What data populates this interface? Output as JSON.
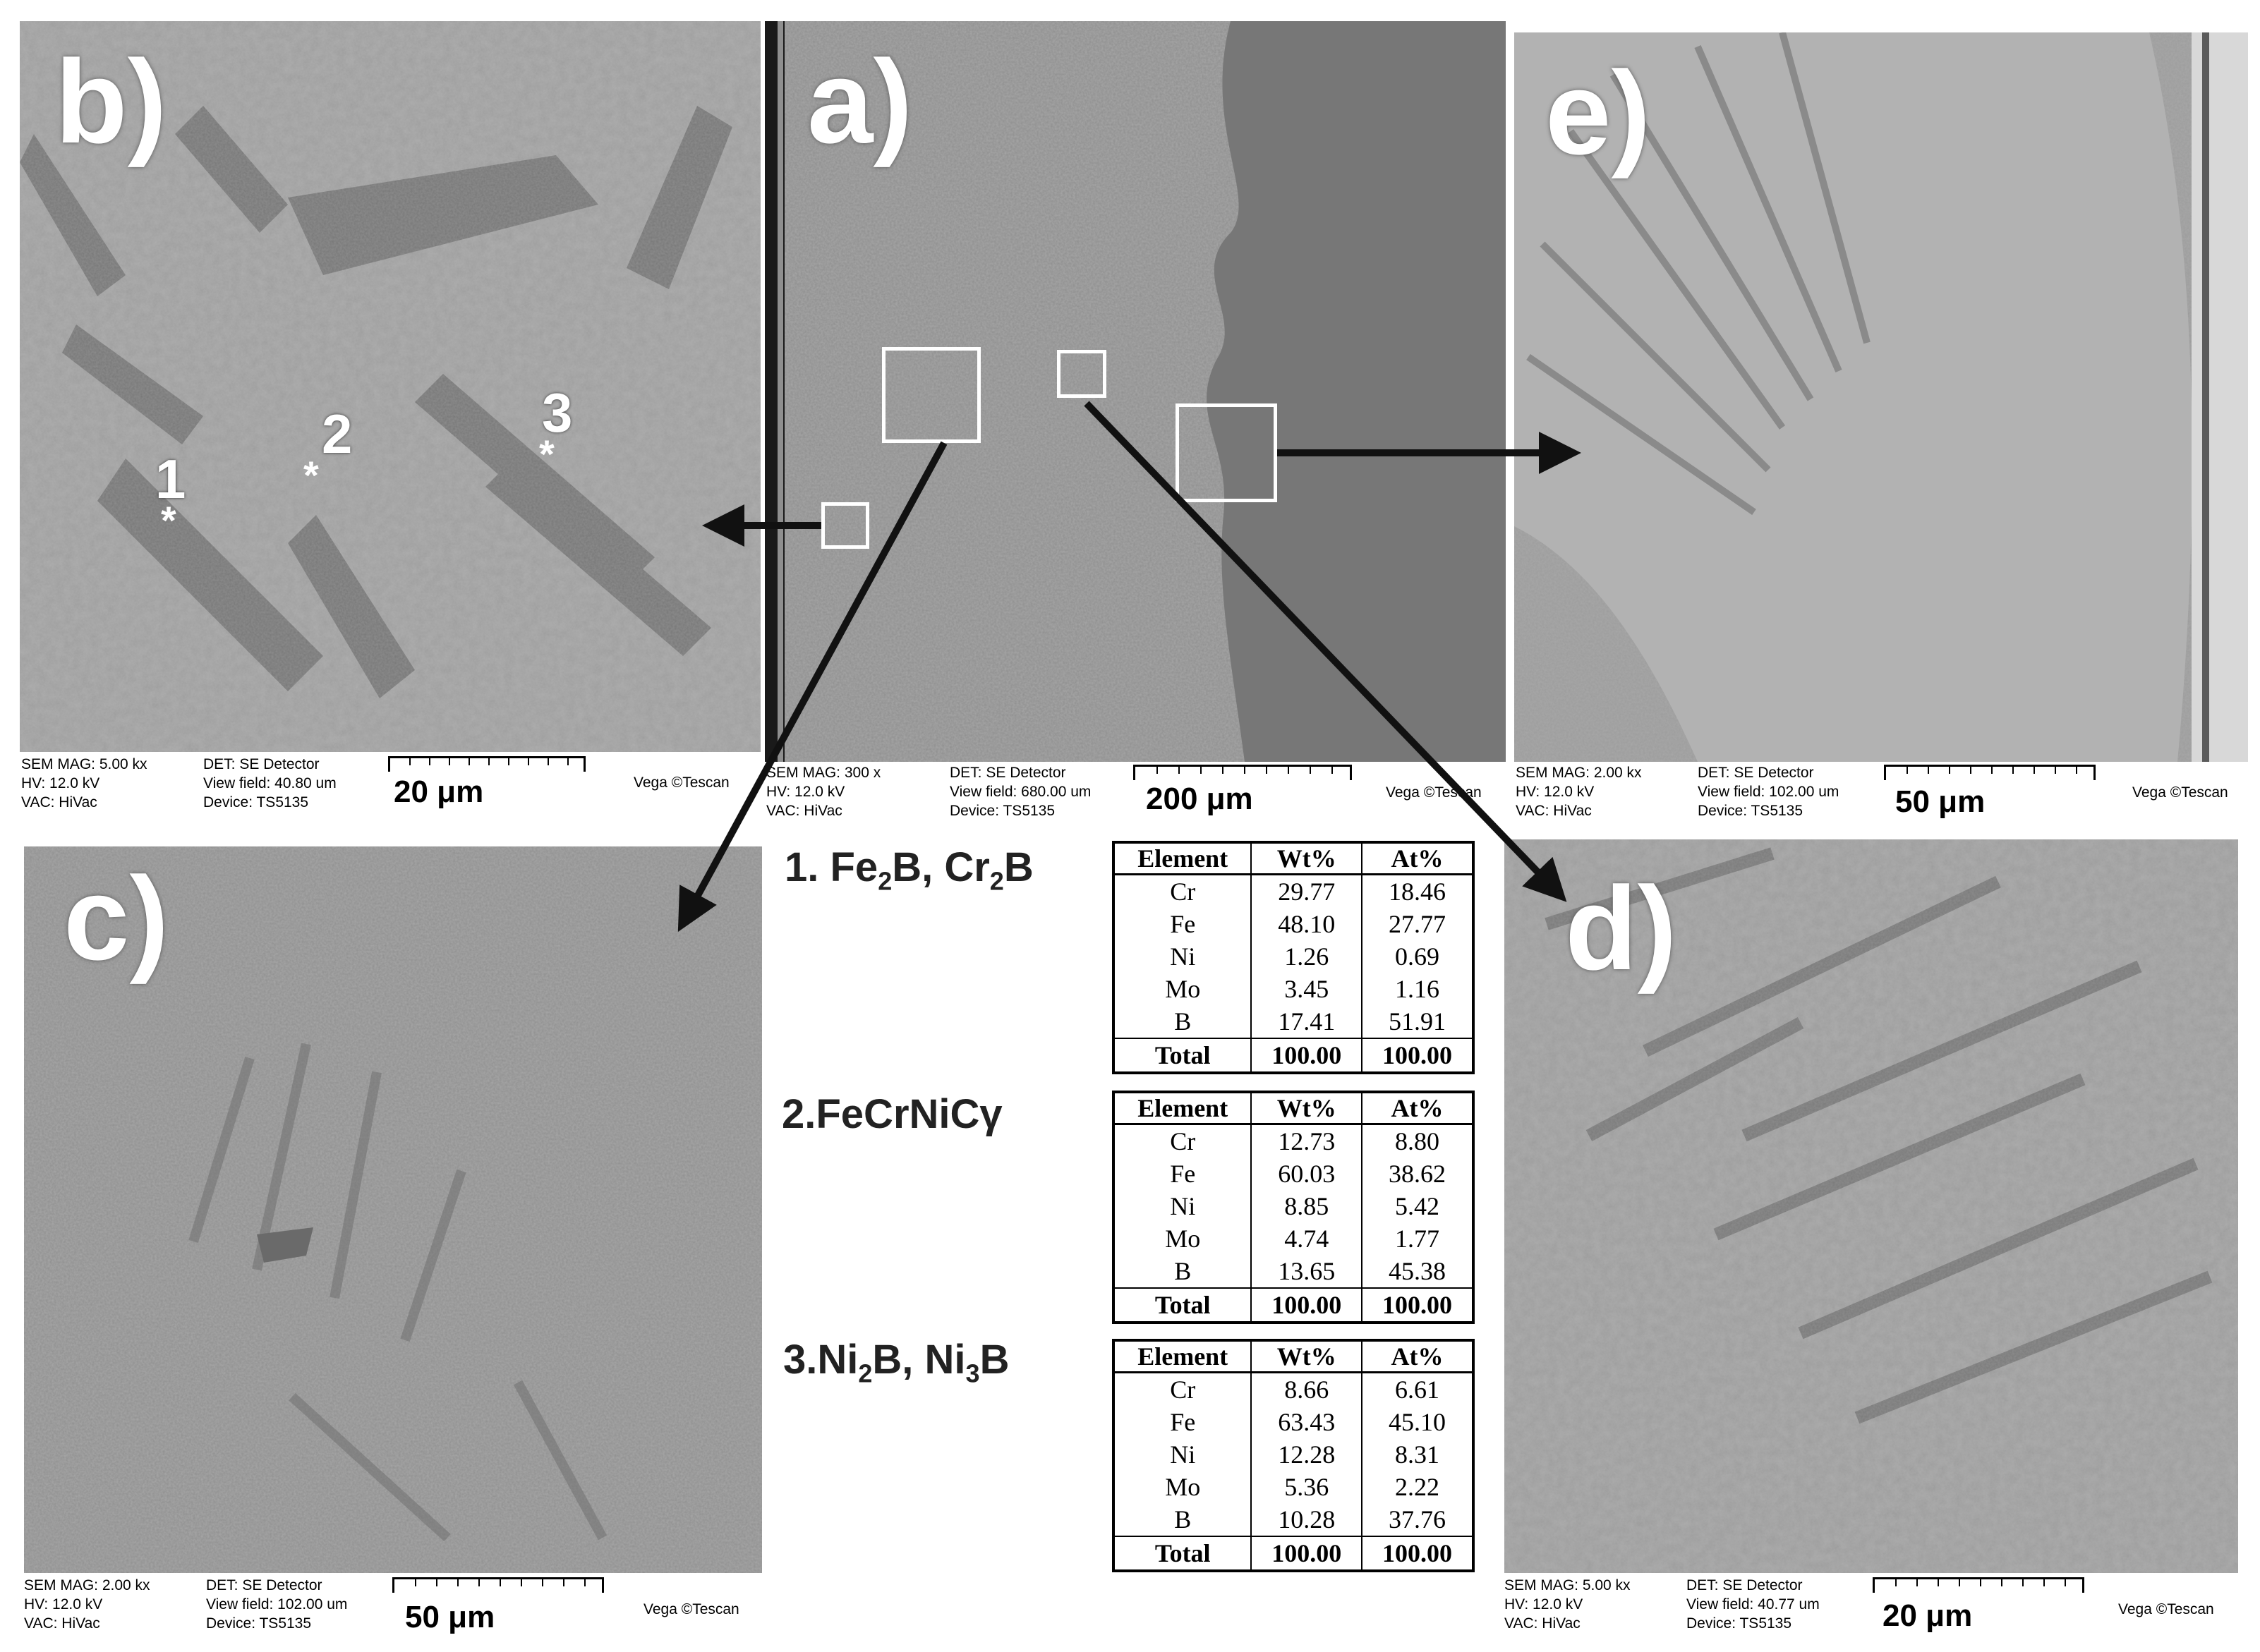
{
  "panels": {
    "a": {
      "label": "a)",
      "meta": [
        "SEM MAG: 300 x",
        "HV:   12.0 kV",
        "VAC: HiVac"
      ],
      "meta2": [
        "DET: SE Detector",
        "View field: 680.00 um",
        "Device: TS5135"
      ],
      "scale": "200 μm",
      "vendor": "Vega ©Tescan"
    },
    "b": {
      "label": "b)",
      "meta": [
        "SEM MAG: 5.00 kx",
        "HV:   12.0 kV",
        "VAC: HiVac"
      ],
      "meta2": [
        "DET: SE Detector",
        "View field: 40.80 um",
        "Device: TS5135"
      ],
      "scale": "20 μm",
      "vendor": "Vega ©Tescan",
      "points": [
        "1",
        "2",
        "3"
      ],
      "star": "*"
    },
    "c": {
      "label": "c)",
      "meta": [
        "SEM MAG: 2.00 kx",
        "HV:   12.0 kV",
        "VAC: HiVac"
      ],
      "meta2": [
        "DET: SE Detector",
        "View field: 102.00 um",
        "Device: TS5135"
      ],
      "scale": "50 μm",
      "vendor": "Vega ©Tescan"
    },
    "d": {
      "label": "d)",
      "meta": [
        "SEM MAG: 5.00 kx",
        "HV:   12.0 kV",
        "VAC: HiVac"
      ],
      "meta2": [
        "DET: SE Detector",
        "View field: 40.77 um",
        "Device: TS5135"
      ],
      "scale": "20 μm",
      "vendor": "Vega ©Tescan"
    },
    "e": {
      "label": "e)",
      "meta": [
        "SEM MAG: 2.00 kx",
        "HV:   12.0 kV",
        "VAC: HiVac"
      ],
      "meta2": [
        "DET: SE Detector",
        "View field: 102.00 um",
        "Device: TS5135"
      ],
      "scale": "50 μm",
      "vendor": "Vega ©Tescan"
    }
  },
  "phases": [
    {
      "prefix": "1. ",
      "parts": [
        [
          "Fe",
          ""
        ],
        [
          "2",
          "sub"
        ],
        [
          "B, Cr",
          ""
        ],
        [
          "2",
          "sub"
        ],
        [
          "B",
          ""
        ]
      ]
    },
    {
      "prefix": "2.",
      "parts": [
        [
          "FeCrNiC",
          ""
        ],
        [
          "γ",
          ""
        ]
      ]
    },
    {
      "prefix": "3.",
      "parts": [
        [
          "Ni",
          ""
        ],
        [
          "2",
          "sub"
        ],
        [
          "B, Ni",
          ""
        ],
        [
          "3",
          "sub"
        ],
        [
          "B",
          ""
        ]
      ]
    }
  ],
  "tables": {
    "headers": [
      "Element",
      "Wt%",
      "At%"
    ],
    "t1": [
      [
        "Cr",
        "29.77",
        "18.46"
      ],
      [
        "Fe",
        "48.10",
        "27.77"
      ],
      [
        "Ni",
        "1.26",
        "0.69"
      ],
      [
        "Mo",
        "3.45",
        "1.16"
      ],
      [
        "B",
        "17.41",
        "51.91"
      ],
      [
        "Total",
        "100.00",
        "100.00"
      ]
    ],
    "t2": [
      [
        "Cr",
        "12.73",
        "8.80"
      ],
      [
        "Fe",
        "60.03",
        "38.62"
      ],
      [
        "Ni",
        "8.85",
        "5.42"
      ],
      [
        "Mo",
        "4.74",
        "1.77"
      ],
      [
        "B",
        "13.65",
        "45.38"
      ],
      [
        "Total",
        "100.00",
        "100.00"
      ]
    ],
    "t3": [
      [
        "Cr",
        "8.66",
        "6.61"
      ],
      [
        "Fe",
        "63.43",
        "45.10"
      ],
      [
        "Ni",
        "12.28",
        "8.31"
      ],
      [
        "Mo",
        "5.36",
        "2.22"
      ],
      [
        "B",
        "10.28",
        "37.76"
      ],
      [
        "Total",
        "100.00",
        "100.00"
      ]
    ]
  },
  "colors": {
    "sem_light": "#a9a9a9",
    "sem_mid": "#8c8c8c",
    "sem_dark": "#6a6a6a",
    "sem_bg_right": "#7a7a7a"
  }
}
